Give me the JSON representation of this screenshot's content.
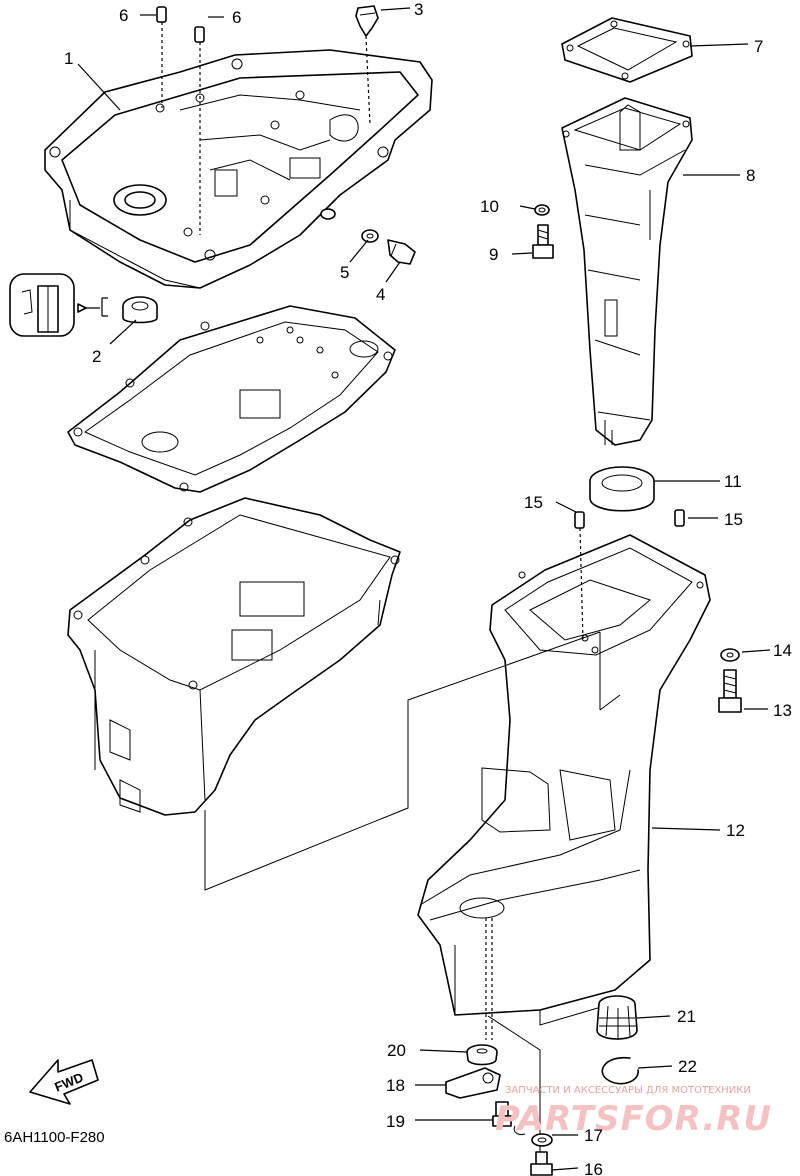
{
  "diagram": {
    "drawing_code": "6AH1100-F280",
    "fwd_label": "FWD",
    "callouts": [
      {
        "id": "c1",
        "label": "1"
      },
      {
        "id": "c2",
        "label": "2"
      },
      {
        "id": "c3",
        "label": "3"
      },
      {
        "id": "c4",
        "label": "4"
      },
      {
        "id": "c5",
        "label": "5"
      },
      {
        "id": "c6a",
        "label": "6"
      },
      {
        "id": "c6b",
        "label": "6"
      },
      {
        "id": "c7",
        "label": "7"
      },
      {
        "id": "c8",
        "label": "8"
      },
      {
        "id": "c9",
        "label": "9"
      },
      {
        "id": "c10",
        "label": "10"
      },
      {
        "id": "c11",
        "label": "11"
      },
      {
        "id": "c12",
        "label": "12"
      },
      {
        "id": "c13",
        "label": "13"
      },
      {
        "id": "c14",
        "label": "14"
      },
      {
        "id": "c15a",
        "label": "15"
      },
      {
        "id": "c15b",
        "label": "15"
      },
      {
        "id": "c16",
        "label": "16"
      },
      {
        "id": "c17",
        "label": "17"
      },
      {
        "id": "c18",
        "label": "18"
      },
      {
        "id": "c19",
        "label": "19"
      },
      {
        "id": "c20",
        "label": "20"
      },
      {
        "id": "c21",
        "label": "21"
      },
      {
        "id": "c22",
        "label": "22"
      }
    ],
    "watermark": {
      "subtitle": "ЗАПЧАСТИ И АКСЕССУАРЫ ДЛЯ МОТОТЕХНИКИ",
      "brand": "PARTSFOR.RU"
    }
  }
}
